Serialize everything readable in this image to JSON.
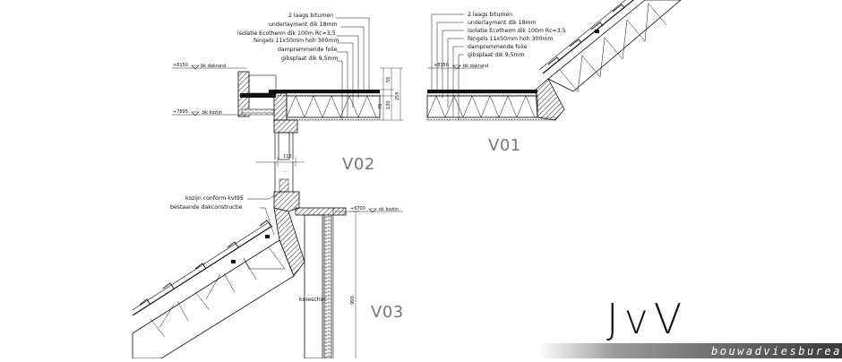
{
  "v01": {
    "code": "V01",
    "layers": [
      "2 laags bitumen",
      "underlayment dik 18mm",
      "isolatie Ecotherm dik 100m Rc=3,5",
      "fengels 11x50mm hoh 300mm",
      "dampremmende folie",
      "gibsplaat dik 9,5mm"
    ],
    "level_dakrand": "+8150",
    "level_dakrand_label": "bk dakrand"
  },
  "v02": {
    "code": "V02",
    "layers": [
      "2 laags bitumen",
      "underlayment dik 18mm",
      "isolatie Ecotherm dik 100m Rc=3,5",
      "fengels 11x50mm hoh 300mm",
      "dampremmende folie",
      "gibsplaat dik 9,5mm"
    ],
    "level_dakrand": "+8150",
    "level_dakrand_label": "bk dakrand",
    "level_kozijn": "+7895",
    "level_kozijn_label": "bk kozijn",
    "dim_total": "255",
    "dim_a": "55",
    "dim_b": "130",
    "dim_c": "70",
    "dim_width": "116",
    "dim_gap": "..."
  },
  "v03": {
    "code": "V03",
    "label_kozijn": "kozijn conform kvt95",
    "label_dak": "bestaande dakconstructie",
    "label_knieschot": "knieschot",
    "level_kozijn": "+6700",
    "level_kozijn_label": "ok kozijn",
    "dim_height": "900"
  },
  "brand": {
    "logo": "JvV",
    "tagline": "bouwadviesbureau",
    "colors": {
      "bar_start": "#ffffff",
      "bar_end": "#3a3a3a",
      "ink": "#111111"
    }
  }
}
